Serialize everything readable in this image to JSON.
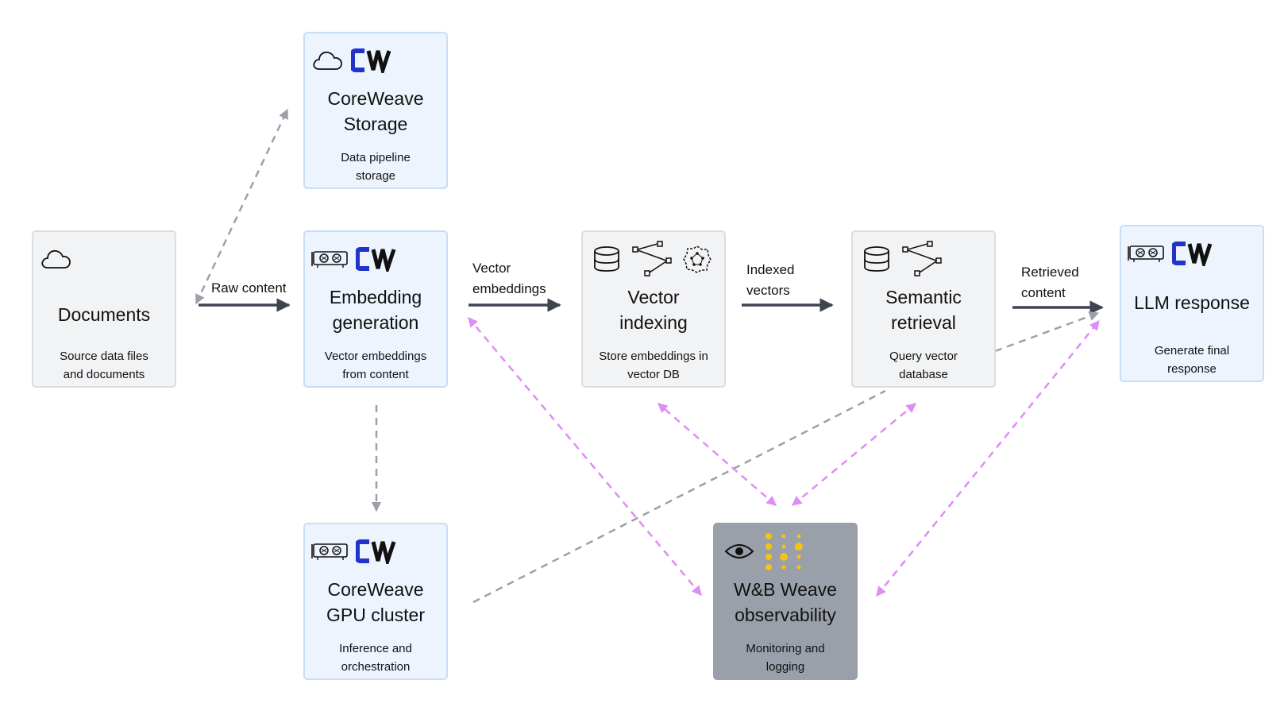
{
  "nodes": {
    "storage": {
      "title": "CoreWeave\nStorage",
      "desc": "Data pipeline\nstorage"
    },
    "documents": {
      "title": "Documents",
      "desc": "Source data files\nand documents"
    },
    "embedding": {
      "title": "Embedding\ngeneration",
      "desc": "Vector embeddings\nfrom content"
    },
    "vector_indexing": {
      "title": "Vector\nindexing",
      "desc": "Store embeddings in\nvector DB"
    },
    "semantic": {
      "title": "Semantic\nretrieval",
      "desc": "Query vector\ndatabase"
    },
    "llm": {
      "title": "LLM response",
      "desc": "Generate final\nresponse"
    },
    "gpu_cluster": {
      "title": "CoreWeave\nGPU cluster",
      "desc": "Inference and\norchestration"
    },
    "weave": {
      "title": "W&B Weave\nobservability",
      "desc": "Monitoring and\nlogging"
    }
  },
  "edges": {
    "raw_content": "Raw content",
    "vector_embeddings": "Vector\nembeddings",
    "indexed_vectors": "Indexed\nvectors",
    "retrieved_content": "Retrieved\ncontent"
  },
  "colors": {
    "flow_arrow": "#3f4450",
    "infra_dashed": "#9ca0a8",
    "observability_dashed": "#e08cf5",
    "coreweave_logo": "#2233cc",
    "weave_dots": "#f5c218"
  },
  "icons": {
    "storage": [
      "cloud-icon",
      "coreweave-logo"
    ],
    "documents": [
      "cloud-icon"
    ],
    "embedding": [
      "gpu-icon",
      "coreweave-logo"
    ],
    "vector_indexing": [
      "database-icon",
      "network-icon",
      "cluster-icon"
    ],
    "semantic": [
      "database-icon",
      "network-icon"
    ],
    "llm": [
      "gpu-icon",
      "coreweave-logo"
    ],
    "gpu_cluster": [
      "gpu-icon",
      "coreweave-logo"
    ],
    "weave": [
      "eye-icon",
      "weave-logo"
    ]
  }
}
